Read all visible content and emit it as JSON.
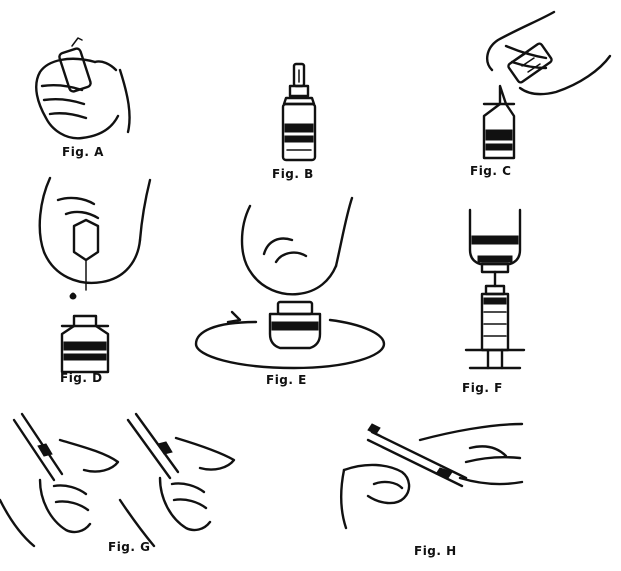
{
  "figures": {
    "a": {
      "caption": "Fig. A"
    },
    "b": {
      "caption": "Fig. B"
    },
    "c": {
      "caption": "Fig. C"
    },
    "d": {
      "caption": "Fig. D"
    },
    "e": {
      "caption": "Fig. E"
    },
    "f": {
      "caption": "Fig. F"
    },
    "g": {
      "caption": "Fig. G"
    },
    "h": {
      "caption": "Fig. H"
    }
  },
  "colors": {
    "ink": "#111111",
    "paper": "#ffffff"
  }
}
